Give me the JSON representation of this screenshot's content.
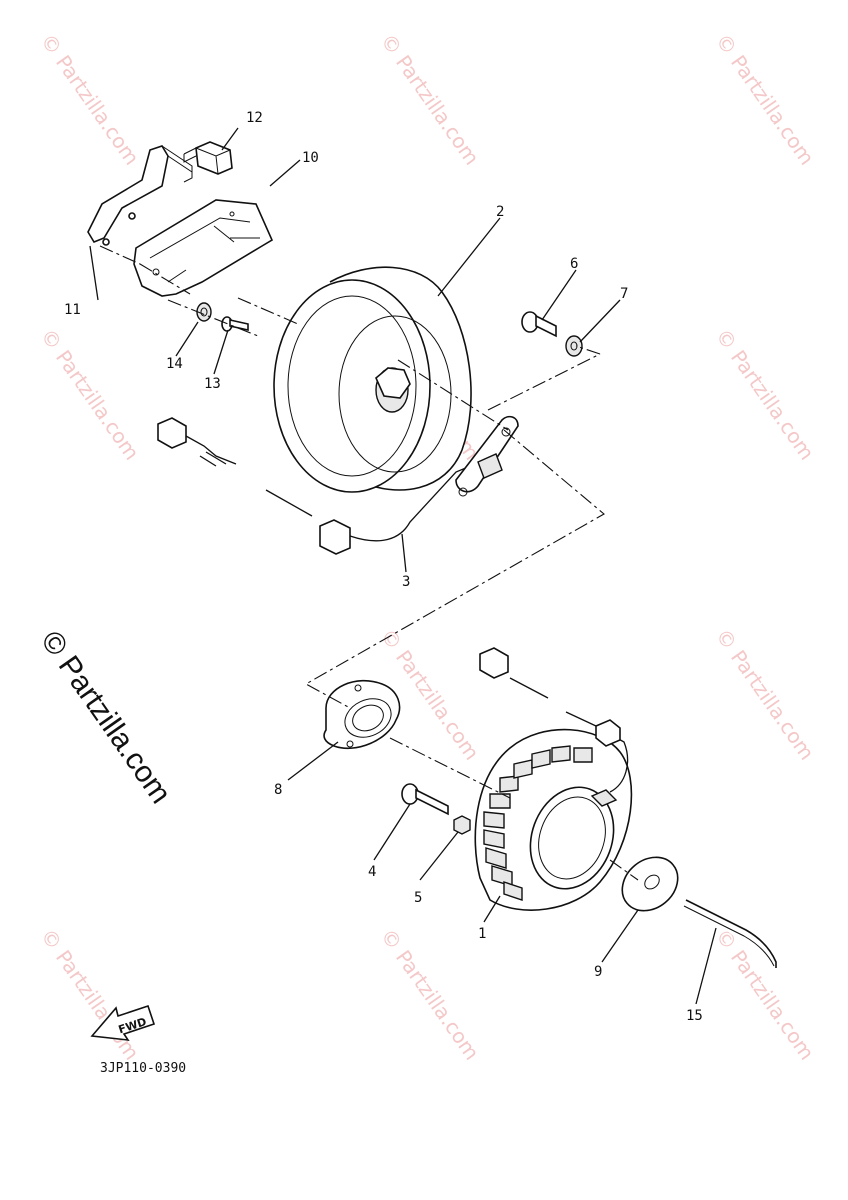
{
  "watermark": {
    "text": "© Partzilla.com",
    "main_text": "© Partzilla.com"
  },
  "diagram_code": "3JP110-0390",
  "fwd_label": "FWD",
  "callouts": {
    "c1": "1",
    "c2": "2",
    "c3": "3",
    "c4": "4",
    "c5": "5",
    "c6": "6",
    "c7": "7",
    "c8": "8",
    "c9": "9",
    "c10": "10",
    "c11": "11",
    "c12": "12",
    "c13": "13",
    "c14": "14",
    "c15": "15"
  }
}
